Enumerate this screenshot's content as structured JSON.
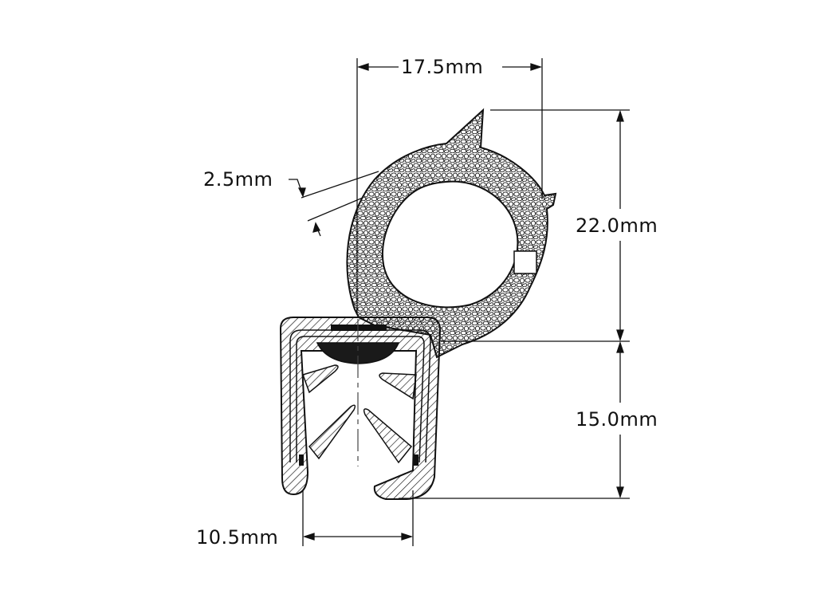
{
  "drawing": {
    "subject": "Edge trim seal profile with top bulb",
    "dimensions": {
      "top_width": "17.5mm",
      "bulb_wall_thickness": "2.5mm",
      "bulb_height": "22.0mm",
      "trim_height": "15.0mm",
      "trim_width": "10.5mm"
    },
    "colors": {
      "line": "#111111",
      "background": "#ffffff"
    }
  }
}
